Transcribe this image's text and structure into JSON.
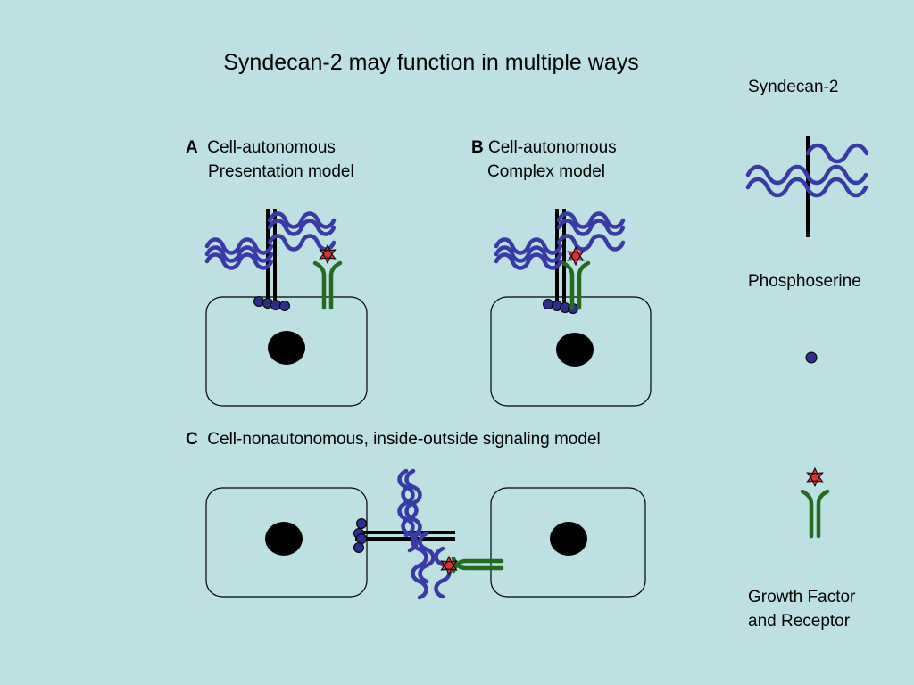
{
  "title": "Syndecan-2 may function in multiple ways",
  "panels": {
    "a": {
      "letter": "A",
      "line1": "Cell-autonomous",
      "line2": "Presentation model"
    },
    "b": {
      "letter": "B",
      "line1": "Cell-autonomous",
      "line2": "Complex model"
    },
    "c": {
      "letter": "C",
      "line1": "Cell-nonautonomous, inside-outside signaling model"
    }
  },
  "legend": {
    "syndecan": "Syndecan-2",
    "phosphoserine": "Phosphoserine",
    "growth_factor_line1": "Growth Factor",
    "growth_factor_line2": "and Receptor"
  },
  "colors": {
    "background": "#bde0e3",
    "heparan_sulfate": "#3a3aa6",
    "receptor": "#246b1f",
    "growth_factor": "#d6323c",
    "phosphoserine": "#2d2d8c"
  }
}
